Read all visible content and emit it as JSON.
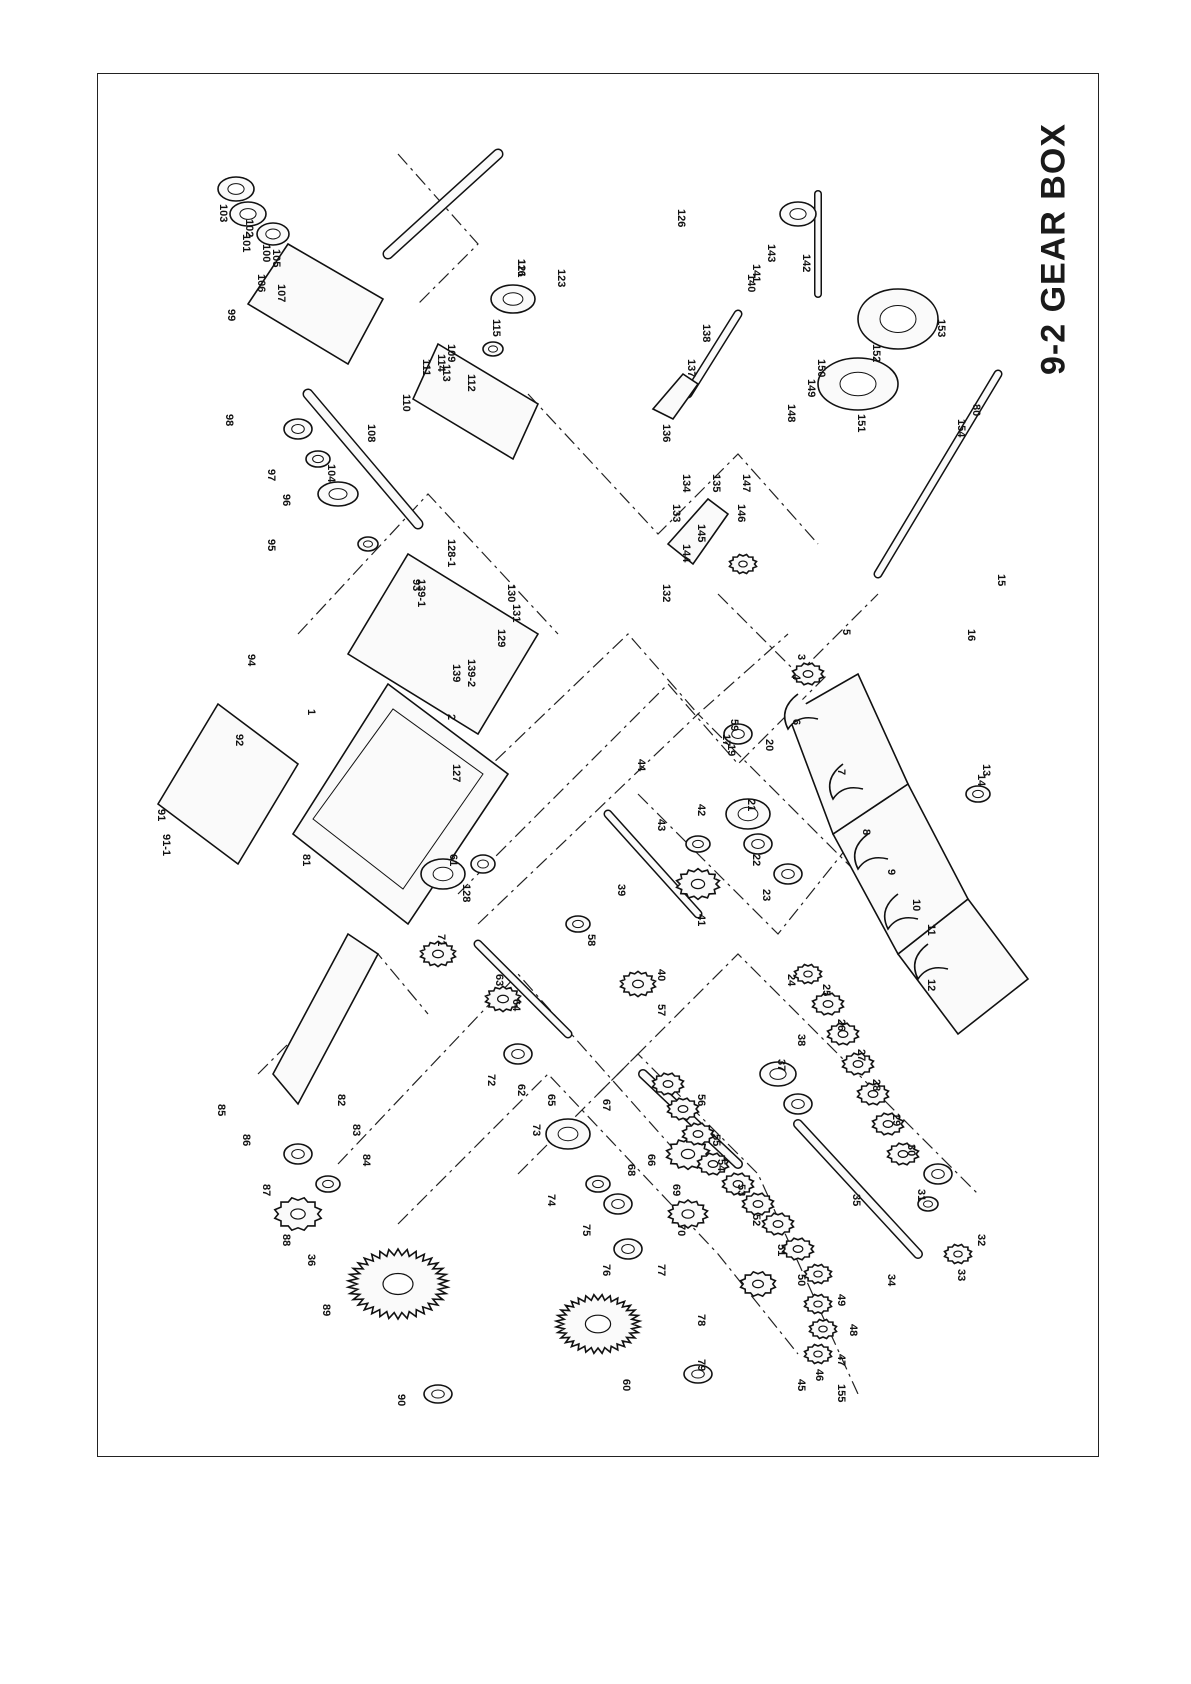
{
  "title": "9-2 GEAR BOX",
  "colors": {
    "ink": "#111111",
    "paper": "#ffffff"
  },
  "parts": [
    "1",
    "2",
    "3",
    "4",
    "5",
    "6",
    "7",
    "8",
    "9",
    "10",
    "11",
    "12",
    "13",
    "14",
    "15",
    "16",
    "17",
    "19",
    "20",
    "21",
    "22",
    "23",
    "24",
    "25",
    "26",
    "27",
    "28",
    "29",
    "30",
    "31",
    "32",
    "33",
    "34",
    "35",
    "36",
    "37",
    "38",
    "39",
    "40",
    "41",
    "42",
    "43",
    "44",
    "45",
    "46",
    "47",
    "48",
    "49",
    "50",
    "51",
    "52",
    "53",
    "54",
    "55",
    "56",
    "57",
    "58",
    "59",
    "60",
    "61",
    "62",
    "63",
    "64",
    "65",
    "66",
    "67",
    "68",
    "69",
    "70",
    "71",
    "72",
    "73",
    "74",
    "75",
    "76",
    "77",
    "78",
    "79",
    "80",
    "81",
    "82",
    "83",
    "84",
    "85",
    "86",
    "87",
    "88",
    "89",
    "90",
    "91",
    "91-1",
    "92",
    "93",
    "94",
    "95",
    "96",
    "97",
    "98",
    "99",
    "100",
    "101",
    "102",
    "103",
    "104",
    "105",
    "106",
    "107",
    "108",
    "109",
    "110",
    "111",
    "112",
    "113",
    "114",
    "115",
    "116",
    "121",
    "123",
    "126",
    "127",
    "128",
    "128-1",
    "129",
    "130",
    "131",
    "132",
    "133",
    "134",
    "135",
    "136",
    "137",
    "138",
    "139",
    "139-1",
    "139-2",
    "140",
    "141",
    "142",
    "143",
    "144",
    "145",
    "146",
    "147",
    "148",
    "149",
    "150",
    "151",
    "152",
    "153",
    "154",
    "155"
  ]
}
